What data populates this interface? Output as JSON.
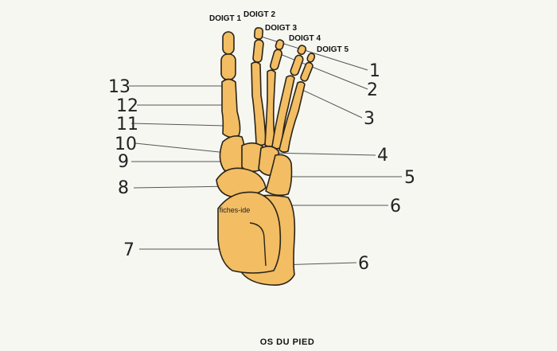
{
  "caption": "OS DU PIED",
  "watermark": "fiches-ide",
  "toe_labels": [
    "DOIGT 1",
    "DOIGT 2",
    "DOIGT 3",
    "DOIGT 4",
    "DOIGT 5"
  ],
  "numbers_right": [
    "1",
    "2",
    "3",
    "4",
    "5",
    "6",
    "6"
  ],
  "numbers_left": [
    "13",
    "12",
    "11",
    "10",
    "9",
    "8",
    "7"
  ],
  "colors": {
    "bone": "#f2bd63",
    "outline": "#2a2418",
    "background": "#f7f7f2"
  }
}
